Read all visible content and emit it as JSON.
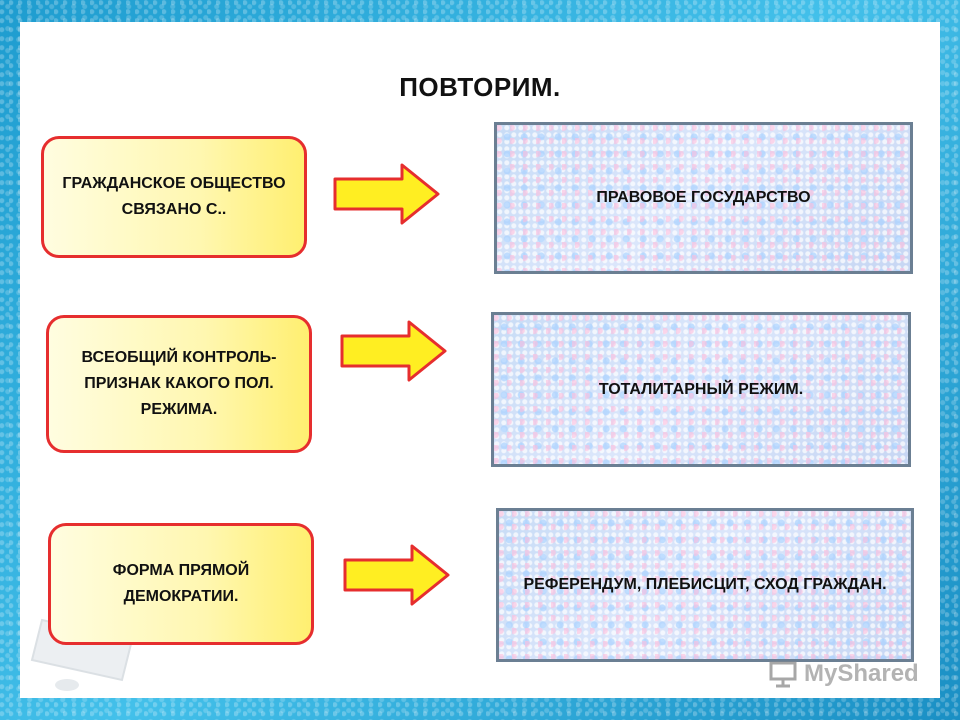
{
  "slide": {
    "title": "ПОВТОРИМ.",
    "rows": [
      {
        "question": "ГРАЖДАНСКОЕ ОБЩЕСТВО СВЯЗАНО С..",
        "answer": "ПРАВОВОЕ ГОСУДАРСТВО"
      },
      {
        "question": "ВСЕОБЩИЙ КОНТРОЛЬ- ПРИЗНАК КАКОГО ПОЛ. РЕЖИМА.",
        "answer": "ТОТАЛИТАРНЫЙ  РЕЖИМ."
      },
      {
        "question": "ФОРМА ПРЯМОЙ ДЕМОКРАТИИ.",
        "answer": "РЕФЕРЕНДУМ, ПЛЕБИСЦИТ,  СХОД ГРАЖДАН."
      }
    ]
  },
  "watermark": {
    "logo_text": "MyShared",
    "logo_icon": "presentation-screen-icon"
  },
  "colors": {
    "frame": "#2aa8d8",
    "left_border": "#e62e2e",
    "left_fill": "#fff7b0",
    "arrow_fill": "#ffee22",
    "arrow_stroke": "#e62e2e",
    "right_border": "#6b7f93",
    "right_fill": "#d4e2f8"
  }
}
